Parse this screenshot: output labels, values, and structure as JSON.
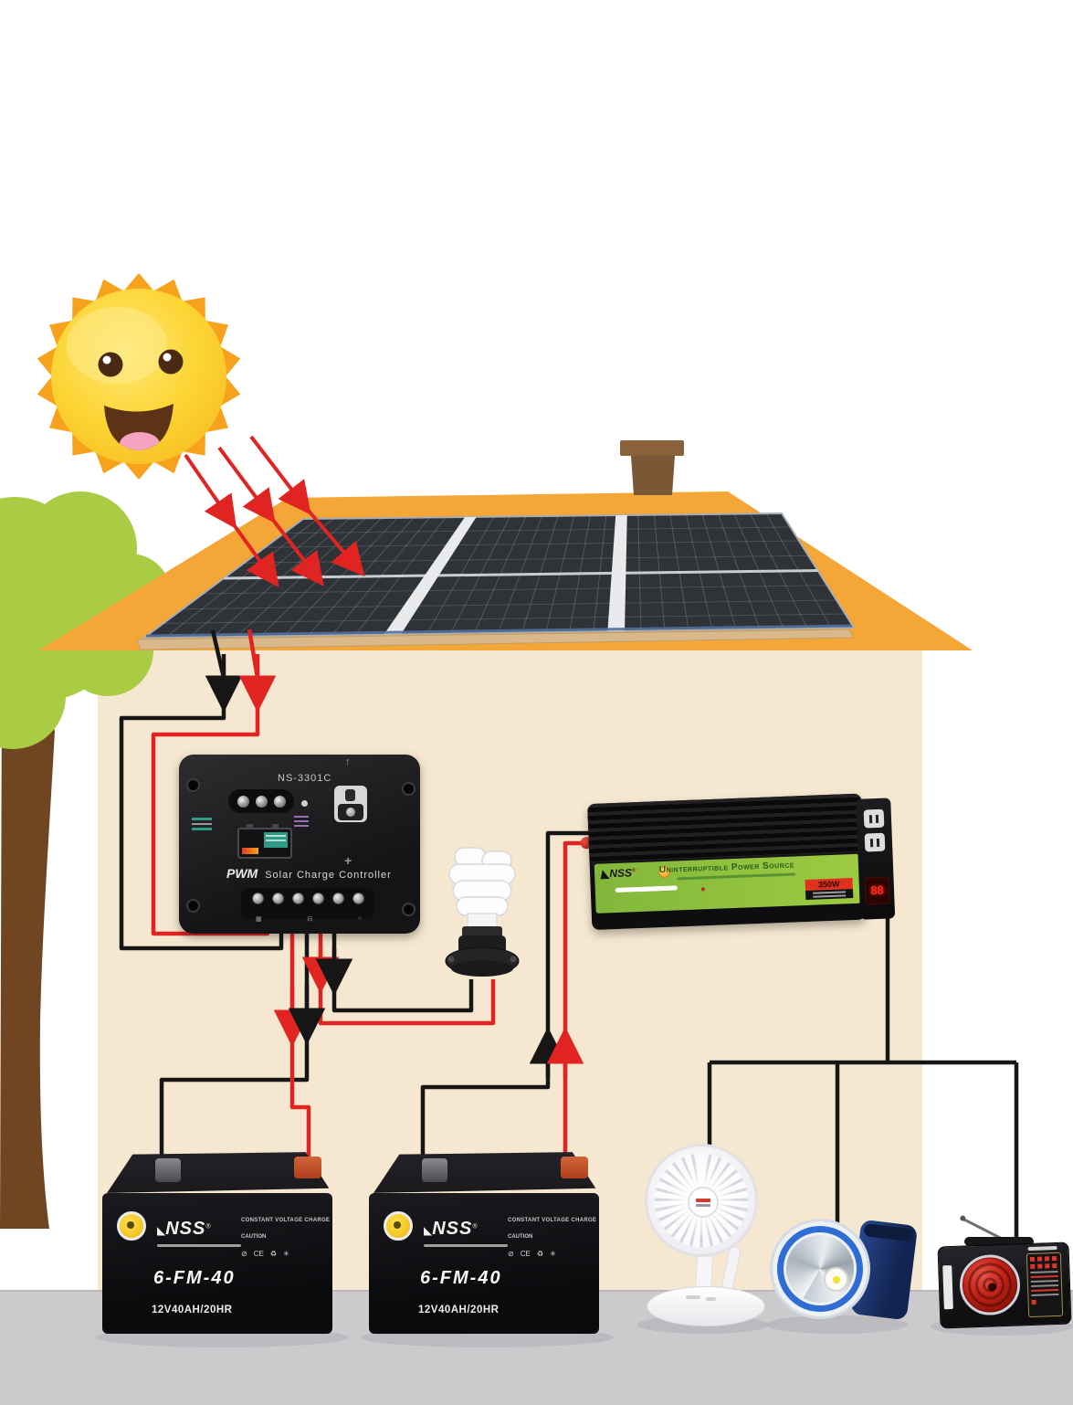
{
  "colors": {
    "roof_orange": "#F4A636",
    "wall_beige": "#F6E8D0",
    "floor_gray": "#CBCBCE",
    "tree_green": "#A9CC44",
    "trunk_brown": "#6F4522",
    "chimney_brown": "#8A6239",
    "wire_red": "#E02421",
    "wire_black": "#161616",
    "panel_dark": "#2F3338",
    "sun_yellow": "#FBCF2E",
    "sun_spike_orange": "#F6A21C"
  },
  "icons": {
    "sun": "sun-smiley-icon",
    "solar_panels": "solar-panel-array",
    "tree": "tree-icon",
    "bulb": "cfl-bulb-icon",
    "fan": "desk-fan-icon",
    "flashlight": "flashlight-icon",
    "radio": "radio-icon"
  },
  "controller": {
    "model": "NS-3301C",
    "tech": "PWM",
    "title": "Solar Charge Controller"
  },
  "inverter": {
    "brand": "NSS",
    "title": "Uninterruptible Power Source",
    "power": "350W"
  },
  "battery": {
    "brand": "NSS",
    "model": "6-FM-40",
    "rating": "12V40AH/20HR",
    "side_title": "CONSTANT VOLTAGE CHARGE",
    "caution": "CAUTION",
    "cert": "CE"
  }
}
